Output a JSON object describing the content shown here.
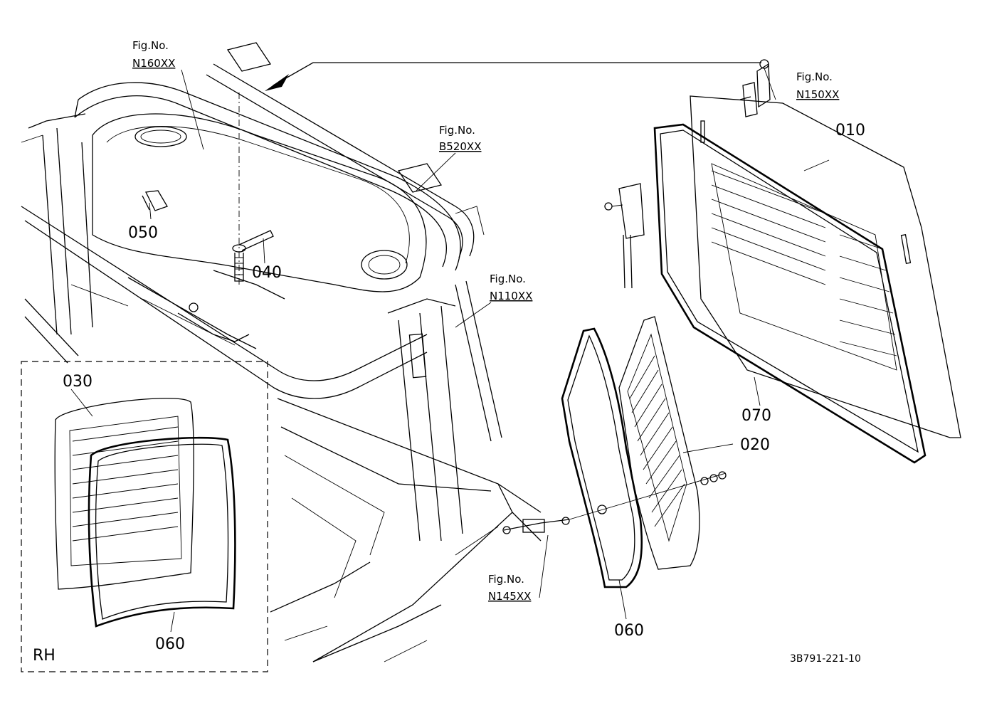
{
  "labels": {
    "fig_n160": {
      "title": "Fig.No.",
      "code": "N160XX"
    },
    "fig_n150": {
      "title": "Fig.No.",
      "code": "N150XX"
    },
    "fig_b520": {
      "title": "Fig.No.",
      "code": "B520XX"
    },
    "fig_n110": {
      "title": "Fig.No.",
      "code": "N110XX"
    },
    "fig_n145": {
      "title": "Fig.No.",
      "code": "N145XX"
    }
  },
  "parts": {
    "p010": "010",
    "p020": "020",
    "p030": "030",
    "p040": "040",
    "p050": "050",
    "p060_main": "060",
    "p060_rh": "060",
    "p070": "070"
  },
  "inset": {
    "side_label": "RH"
  },
  "drawing_number": "3B791-221-10"
}
